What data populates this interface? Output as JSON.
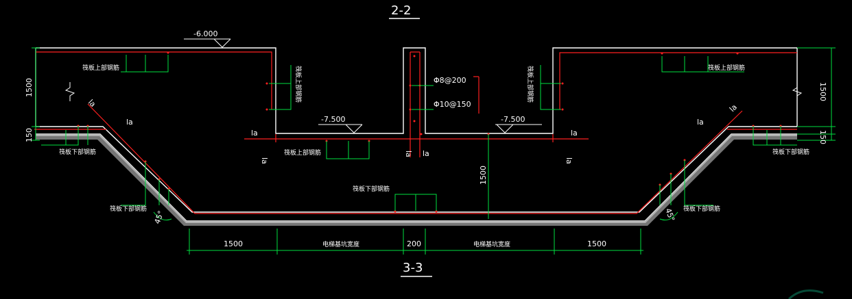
{
  "drawing": {
    "section_top": "2-2",
    "section_bottom": "3-3",
    "elevations": {
      "top_left": "-6.000",
      "bottom_left": "-7.500",
      "bottom_right": "-7.500"
    },
    "rebar_labels": {
      "raft_top_left": "筏板上部钢筋",
      "raft_top_right": "筏板上部钢筋",
      "wall_left": "筏板上部钢筋",
      "wall_right": "筏板上部钢筋",
      "raft_top_mid": "筏板上部钢筋",
      "raft_bottom_center": "筏板下部钢筋",
      "raft_bottom_left": "筏板下部钢筋",
      "raft_bottom_right": "筏板下部钢筋",
      "slope_left": "筏板下部钢筋",
      "slope_right": "筏板下部钢筋"
    },
    "rebar_spec": {
      "top": "Φ8@200",
      "bottom": "Φ10@150"
    },
    "anchor_label": "la",
    "angle_label": "45°",
    "dims": {
      "left_height": "1500",
      "left_small": "150",
      "right_height": "1500",
      "right_small": "150",
      "pit_depth": "1500",
      "bottom_chain": [
        "1500",
        "电梯基坑宽度",
        "200",
        "电梯基坑宽度",
        "1500"
      ]
    },
    "colors": {
      "white": "#ffffff",
      "red": "#ff2020",
      "green": "#00e040",
      "hatch": "#9a9a9a",
      "background": "#000000"
    }
  }
}
